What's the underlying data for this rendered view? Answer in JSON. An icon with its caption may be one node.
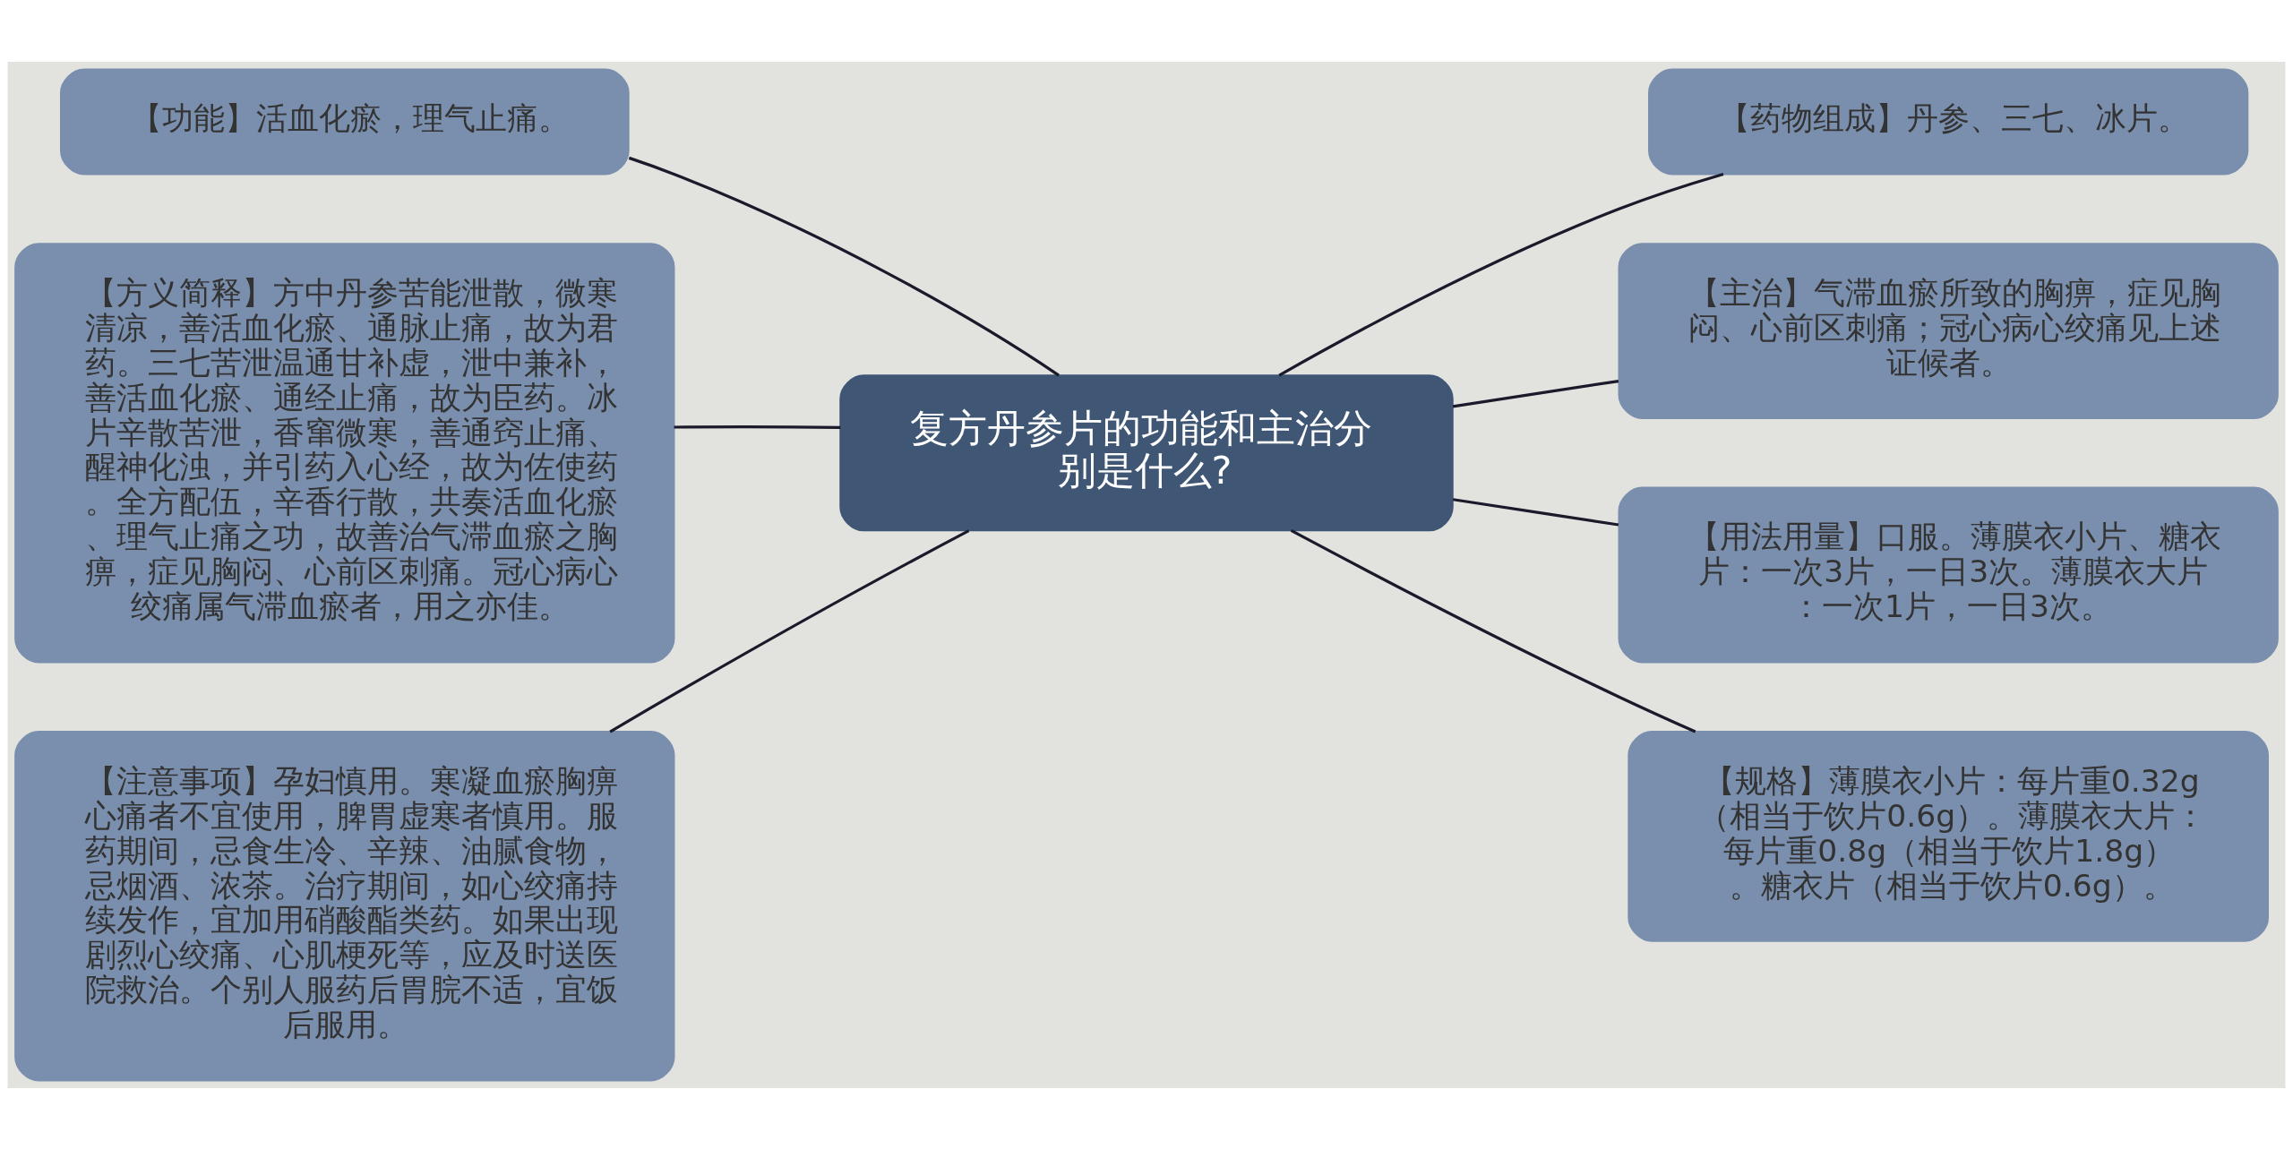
{
  "diagram": {
    "nodes": [
      {
        "text": [
          "复方丹参片的功能和主治分别是什么?"
        ]
      },
      {
        "text": [
          "【功能】活血化瘀，理气止痛。"
        ]
      },
      {
        "text": [
          "【方义简释】方中丹参苦能泄散，微寒清凉，善活血化瘀、通脉止痛，故为君药。三七苦泄温通甘补虚，泄中兼补，善活血化瘀、通经止痛，故为臣药。冰片辛散苦泄，香窜微寒，善通窍止痛、醒神化浊，并引药入心经，故为佐使药。全方配伍，辛香行散，共奏活血化瘀、理气止痛之功，故善治气滞血瘀之胸痹，症见胸闷、心前区刺痛。冠心病心绞痛属气滞血瘀者，用之亦佳。"
        ]
      },
      {
        "text": [
          "【注意事项】孕妇慎用。寒凝血瘀胸痹心痛者不宜使用，脾胃虚寒者慎用。服药期间，忌食生冷、辛辣、油腻食物，忌烟酒、浓茶。治疗期间，如心绞痛持续发作，宜加用硝酸酯类药。如果出现剧烈心绞痛、心肌梗死等，应及时送医院救治。个别人服药后胃脘不适，宜饭后服用。"
        ]
      },
      {
        "text": [
          "【药物组成】丹参、三七、冰片。"
        ]
      },
      {
        "text": [
          "【主治】气滞血瘀所致的胸痹，症见胸闷、心前区刺痛；冠心病心绞痛见上述证候者。"
        ]
      },
      {
        "text": [
          "【用法用量】口服。薄膜衣小片、糖衣片：一次3片，一日3次。薄膜衣大片：一次1片，一日3次。"
        ]
      },
      {
        "text": [
          "【规格】薄膜衣小片：每片重0.32g（相当于饮片0.6g）。薄膜衣大片：每片重0.8g（相当于饮片1.8g）。糖衣片（相当于饮片0.6g）。"
        ]
      }
    ],
    "edges": [
      {
        "from": 0,
        "to": 1,
        "arrow": "none"
      },
      {
        "from": 0,
        "to": 2,
        "arrow": "none"
      },
      {
        "from": 0,
        "to": 3,
        "arrow": "none"
      },
      {
        "from": 0,
        "to": 4,
        "arrow": "none"
      },
      {
        "from": 0,
        "to": 5,
        "arrow": "none"
      },
      {
        "from": 0,
        "to": 6,
        "arrow": "none"
      },
      {
        "from": 0,
        "to": 7,
        "arrow": "none"
      }
    ]
  }
}
